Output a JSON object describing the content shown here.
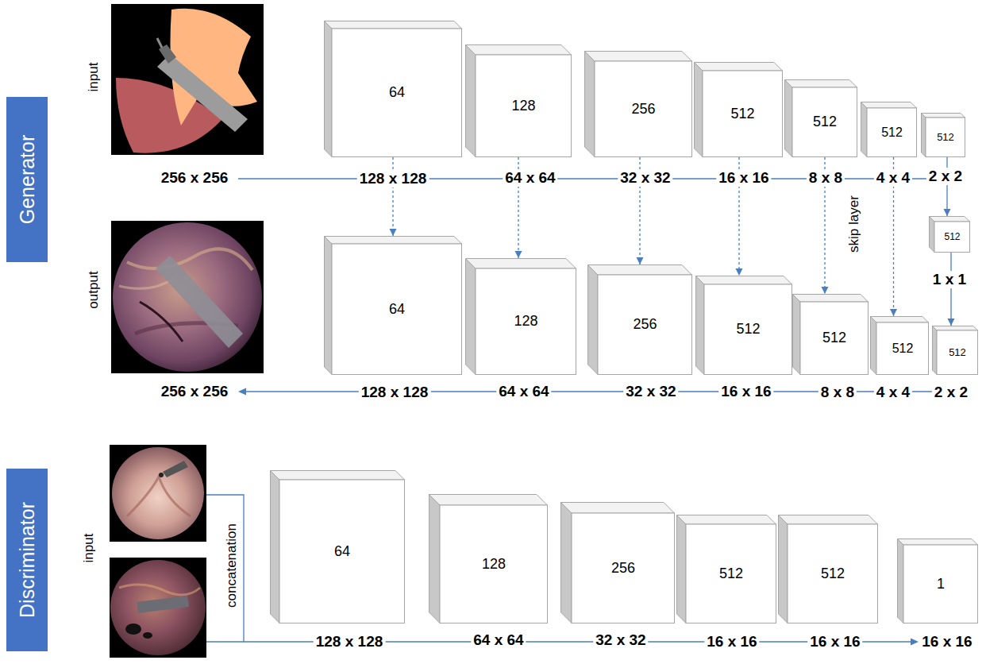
{
  "diagram": {
    "nodes": [
      {
        "text": [
          "Generator"
        ]
      },
      {
        "text": [
          "64"
        ]
      },
      {
        "text": [
          "128"
        ]
      },
      {
        "text": [
          "256"
        ]
      },
      {
        "text": [
          "512"
        ]
      },
      {
        "text": [
          "512"
        ]
      },
      {
        "text": [
          "512"
        ]
      },
      {
        "text": [
          "512"
        ]
      },
      {
        "text": [
          "512"
        ]
      },
      {
        "text": [
          "64"
        ]
      },
      {
        "text": [
          "128"
        ]
      },
      {
        "text": [
          "256"
        ]
      },
      {
        "text": [
          "512"
        ]
      },
      {
        "text": [
          "512"
        ]
      },
      {
        "text": [
          "512"
        ]
      },
      {
        "text": [
          "512"
        ]
      },
      {
        "text": [
          "Discriminator"
        ]
      },
      {
        "text": [
          "64"
        ]
      },
      {
        "text": [
          "128"
        ]
      },
      {
        "text": [
          "256"
        ]
      },
      {
        "text": [
          "512"
        ]
      },
      {
        "text": [
          "512"
        ]
      },
      {
        "text": [
          "1"
        ]
      }
    ],
    "edges": [
      {
        "from": 1,
        "to": 9,
        "arrow": "to"
      },
      {
        "from": 2,
        "to": 10,
        "arrow": "to"
      },
      {
        "from": 3,
        "to": 11,
        "arrow": "to"
      },
      {
        "from": 4,
        "to": 12,
        "arrow": "to"
      },
      {
        "from": 5,
        "to": 13,
        "arrow": "to"
      },
      {
        "from": 6,
        "to": 14,
        "arrow": "to"
      },
      {
        "from": 7,
        "to": 8,
        "arrow": "to"
      },
      {
        "from": 8,
        "to": 15,
        "arrow": "to"
      }
    ],
    "labels": [
      "input",
      "256 x 256",
      "128 x 128",
      "64 x 64",
      "32 x 32",
      "16 x 16",
      "8 x 8",
      "4 x 4",
      "2 x 2",
      "skip layer",
      "1 x 1",
      "output",
      "256 x 256",
      "128 x 128",
      "64 x 64",
      "32 x 32",
      "16 x 16",
      "8 x 8",
      "4 x 4",
      "2 x 2",
      "input",
      "concatenation",
      "128 x 128",
      "64 x 64",
      "32 x 32",
      "16 x 16",
      "16 x 16",
      "16 x 16"
    ]
  }
}
